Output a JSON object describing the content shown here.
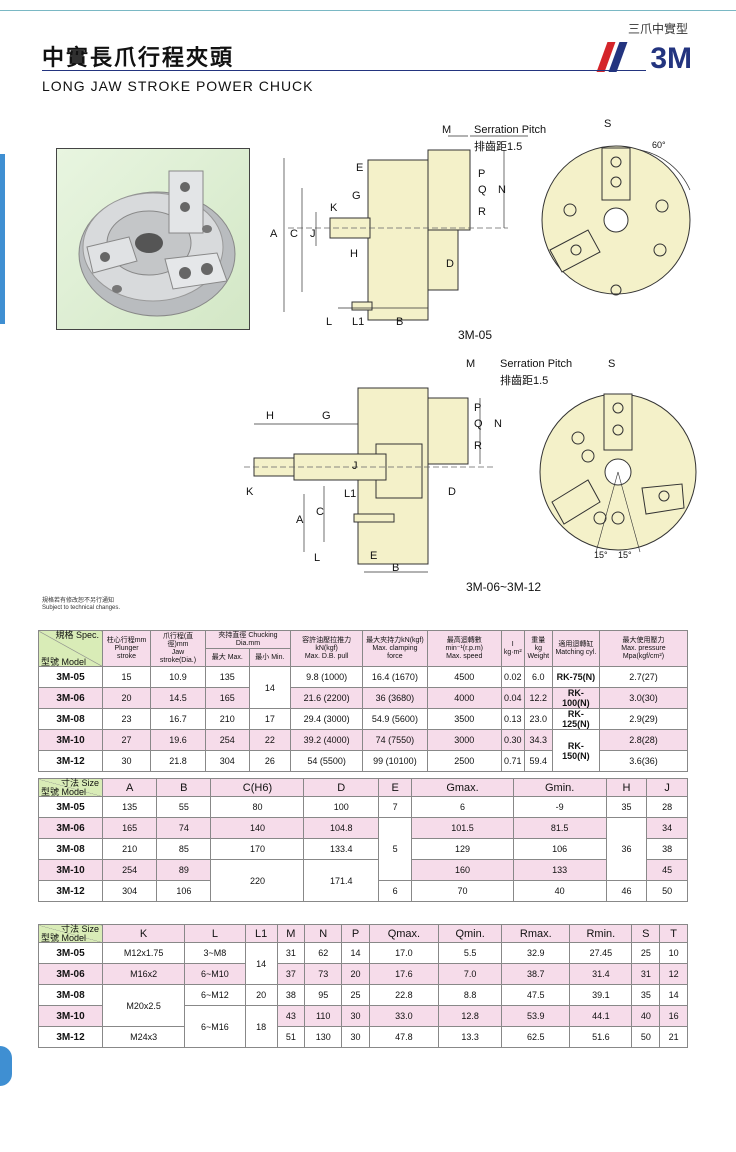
{
  "header": {
    "series": "三爪中實型",
    "code": "3M",
    "title_cn": "中實長爪行程夾頭",
    "title_en": "LONG JAW STROKE POWER CHUCK"
  },
  "drawing1": {
    "caption": "3M-05",
    "serration_en": "Serration Pitch",
    "serration_cn": "排齒距1.5",
    "labels": [
      "M",
      "S",
      "60°",
      "E",
      "G",
      "K",
      "J",
      "C",
      "A",
      "H",
      "D",
      "P",
      "Q",
      "R",
      "N",
      "L",
      "L1",
      "B"
    ]
  },
  "drawing2": {
    "caption": "3M-06~3M-12",
    "serration_en": "Serration Pitch",
    "serration_cn": "排齒距1.5",
    "labels": [
      "M",
      "S",
      "H",
      "G",
      "K",
      "L1",
      "C",
      "A",
      "D",
      "E",
      "B",
      "L",
      "P",
      "Q",
      "R",
      "N",
      "J",
      "15°",
      "15°"
    ]
  },
  "note": {
    "cn": "規格若有修改恕不另行通知",
    "en": "Subject to technical changes."
  },
  "table1": {
    "corner_top": "規格 Spec.",
    "corner_bottom": "型號 Model",
    "headers": [
      {
        "cn": "柱心行程mm",
        "en": "Plunger stroke"
      },
      {
        "cn": "爪行程(直徑)mm",
        "en": "Jaw stroke(Dia.)"
      },
      {
        "cn": "夾持直徑 Chucking Dia.mm",
        "sub_max": "最大 Max.",
        "sub_min": "最小 Min."
      },
      {
        "cn": "容許油壓拉推力kN(kgf)",
        "en": "Max. D.B. pull"
      },
      {
        "cn": "最大夾持力kN(kgf)",
        "en": "Max. clamping force"
      },
      {
        "cn": "最高迴轉數min⁻¹(r.p.m)",
        "en": "Max. speed"
      },
      {
        "cn": "I",
        "en": "kg·m²"
      },
      {
        "cn": "重量 kg",
        "en": "Weight"
      },
      {
        "cn": "適用迴轉缸",
        "en": "Matching cyl."
      },
      {
        "cn": "最大使用壓力",
        "en": "Max. pressure Mpa(kgf/cm²)"
      }
    ],
    "rows": [
      {
        "model": "3M-05",
        "plunger": "15",
        "jaw": "10.9",
        "max": "135",
        "min": "14",
        "pull": "9.8 (1000)",
        "clamp": "16.4 (1670)",
        "speed": "4500",
        "inertia": "0.02",
        "weight": "6.0",
        "cyl": "RK-75(N)",
        "pressure": "2.7(27)"
      },
      {
        "model": "3M-06",
        "plunger": "20",
        "jaw": "14.5",
        "max": "165",
        "min": "",
        "pull": "21.6 (2200)",
        "clamp": "36 (3680)",
        "speed": "4000",
        "inertia": "0.04",
        "weight": "12.2",
        "cyl": "RK-100(N)",
        "pressure": "3.0(30)"
      },
      {
        "model": "3M-08",
        "plunger": "23",
        "jaw": "16.7",
        "max": "210",
        "min": "17",
        "pull": "29.4 (3000)",
        "clamp": "54.9 (5600)",
        "speed": "3500",
        "inertia": "0.13",
        "weight": "23.0",
        "cyl": "RK-125(N)",
        "pressure": "2.9(29)"
      },
      {
        "model": "3M-10",
        "plunger": "27",
        "jaw": "19.6",
        "max": "254",
        "min": "22",
        "pull": "39.2 (4000)",
        "clamp": "74 (7550)",
        "speed": "3000",
        "inertia": "0.30",
        "weight": "34.3",
        "cyl": "RK-150(N)",
        "pressure": "2.8(28)"
      },
      {
        "model": "3M-12",
        "plunger": "30",
        "jaw": "21.8",
        "max": "304",
        "min": "26",
        "pull": "54 (5500)",
        "clamp": "99 (10100)",
        "speed": "2500",
        "inertia": "0.71",
        "weight": "59.4",
        "cyl": "",
        "pressure": "3.6(36)"
      }
    ]
  },
  "table2": {
    "corner_top": "寸法 Size",
    "corner_bottom": "型號 Model",
    "headers": [
      "A",
      "B",
      "C(H6)",
      "D",
      "E",
      "Gmax.",
      "Gmin.",
      "H",
      "J"
    ],
    "rows": [
      {
        "model": "3M-05",
        "A": "135",
        "B": "55",
        "C": "80",
        "D": "100",
        "E": "7",
        "Gmax": "6",
        "Gmin": "-9",
        "H": "35",
        "J": "28"
      },
      {
        "model": "3M-06",
        "A": "165",
        "B": "74",
        "C": "140",
        "D": "104.8",
        "E": "",
        "Gmax": "101.5",
        "Gmin": "81.5",
        "H": "",
        "J": "34"
      },
      {
        "model": "3M-08",
        "A": "210",
        "B": "85",
        "C": "170",
        "D": "133.4",
        "E": "5",
        "Gmax": "129",
        "Gmin": "106",
        "H": "36",
        "J": "38"
      },
      {
        "model": "3M-10",
        "A": "254",
        "B": "89",
        "C": "220",
        "D": "171.4",
        "E": "",
        "Gmax": "160",
        "Gmin": "133",
        "H": "",
        "J": "45"
      },
      {
        "model": "3M-12",
        "A": "304",
        "B": "106",
        "C": "",
        "D": "",
        "E": "6",
        "Gmax": "70",
        "Gmin": "40",
        "H": "46",
        "J": "50"
      }
    ]
  },
  "table3": {
    "corner_top": "寸法 Size",
    "corner_bottom": "型號 Model",
    "headers": [
      "K",
      "L",
      "L1",
      "M",
      "N",
      "P",
      "Qmax.",
      "Qmin.",
      "Rmax.",
      "Rmin.",
      "S",
      "T"
    ],
    "rows": [
      {
        "model": "3M-05",
        "K": "M12x1.75",
        "L": "3~M8",
        "L1": "14",
        "M": "31",
        "N": "62",
        "P": "14",
        "Qmax": "17.0",
        "Qmin": "5.5",
        "Rmax": "32.9",
        "Rmin": "27.45",
        "S": "25",
        "T": "10"
      },
      {
        "model": "3M-06",
        "K": "M16x2",
        "L": "6~M10",
        "L1": "",
        "M": "37",
        "N": "73",
        "P": "20",
        "Qmax": "17.6",
        "Qmin": "7.0",
        "Rmax": "38.7",
        "Rmin": "31.4",
        "S": "31",
        "T": "12"
      },
      {
        "model": "3M-08",
        "K": "M20x2.5",
        "L": "6~M12",
        "L1": "20",
        "M": "38",
        "N": "95",
        "P": "25",
        "Qmax": "22.8",
        "Qmin": "8.8",
        "Rmax": "47.5",
        "Rmin": "39.1",
        "S": "35",
        "T": "14"
      },
      {
        "model": "3M-10",
        "K": "",
        "L": "6~M16",
        "L1": "18",
        "M": "43",
        "N": "110",
        "P": "30",
        "Qmax": "33.0",
        "Qmin": "12.8",
        "Rmax": "53.9",
        "Rmin": "44.1",
        "S": "40",
        "T": "16"
      },
      {
        "model": "3M-12",
        "K": "M24x3",
        "L": "",
        "L1": "",
        "M": "51",
        "N": "130",
        "P": "30",
        "Qmax": "47.8",
        "Qmin": "13.3",
        "Rmax": "62.5",
        "Rmin": "51.6",
        "S": "50",
        "T": "21"
      }
    ]
  }
}
